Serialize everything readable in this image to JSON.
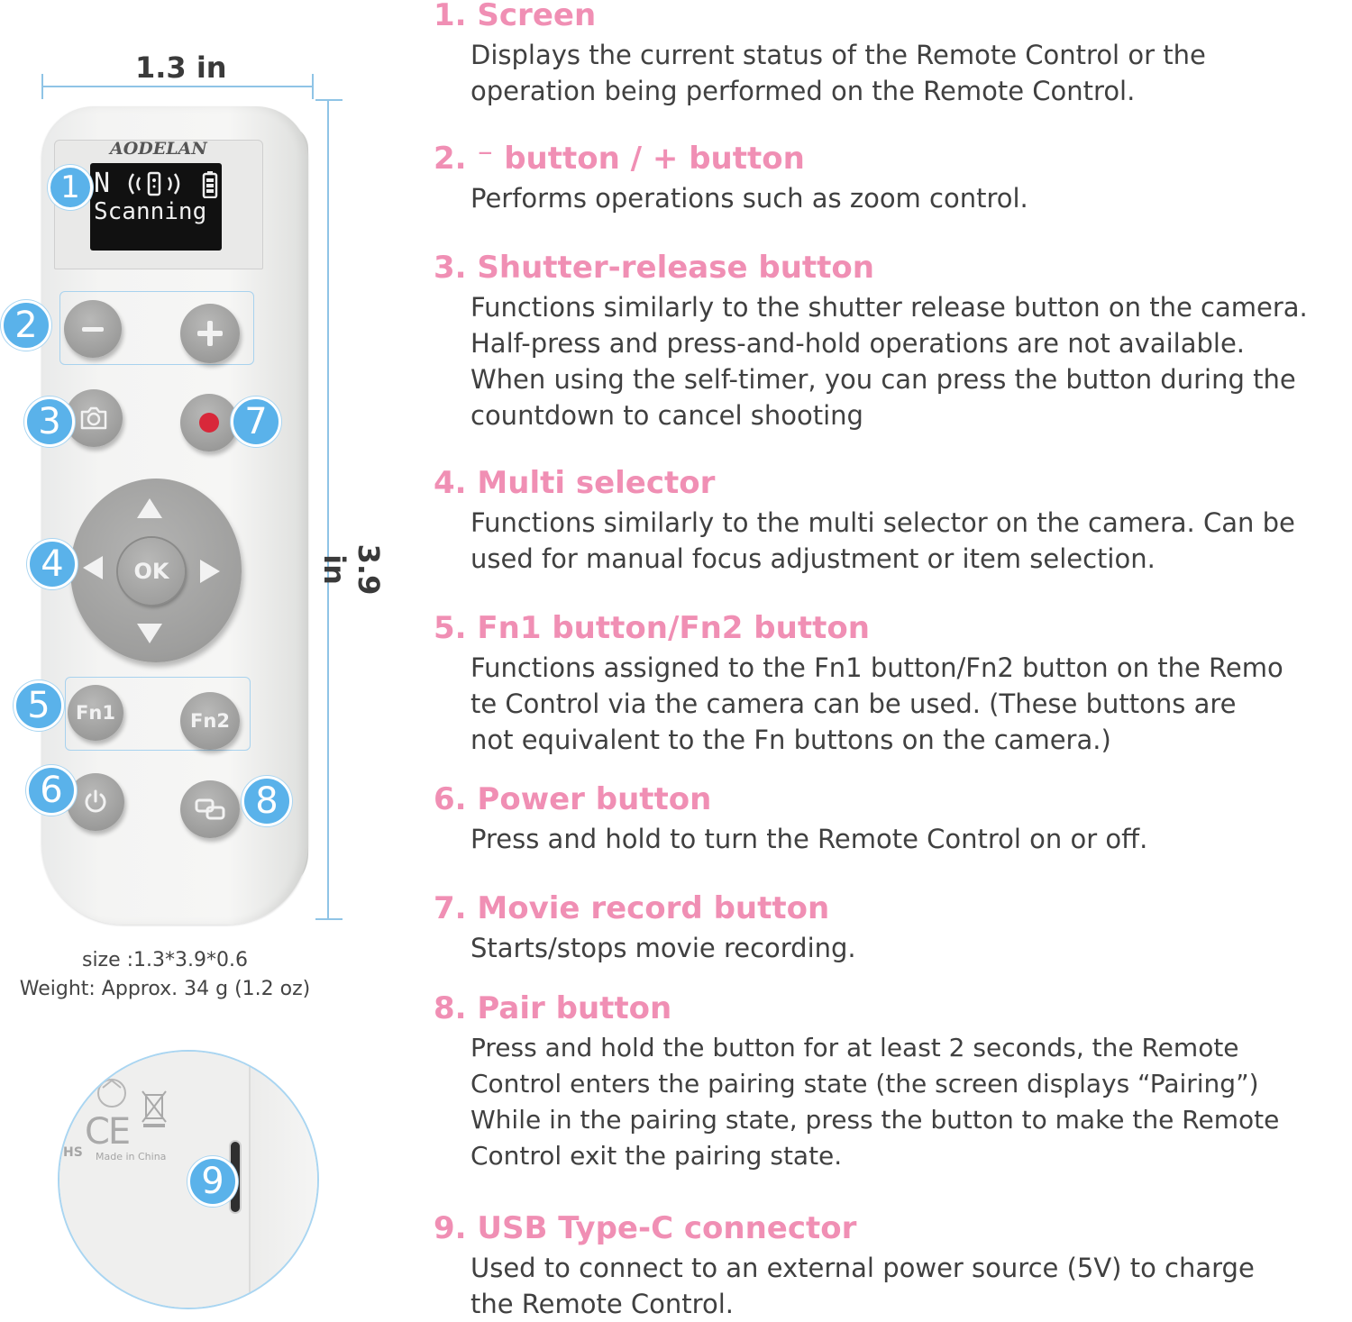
{
  "dimensions": {
    "width": "1.3 in",
    "height": "3.9 in"
  },
  "remote": {
    "brand": "AODELAN",
    "screen_top": "N",
    "screen_status": "Scanning",
    "buttons": {
      "fn1": "Fn1",
      "fn2": "Fn2",
      "ok": "OK"
    }
  },
  "callouts": [
    "1",
    "2",
    "3",
    "4",
    "5",
    "6",
    "7",
    "8",
    "9"
  ],
  "specs": {
    "size": "size :1.3*3.9*0.6",
    "weight": "Weight: Approx. 34 g (1.2 oz)"
  },
  "detail": {
    "made_in": "Made in China",
    "hs_text": "HS",
    "ce_mark": "CE"
  },
  "colors": {
    "title_pink": "#f08fb4",
    "callout_blue": "#5ab2ea",
    "button_gray": "#a2a2a1",
    "record_red": "#d8283a"
  },
  "items": [
    {
      "title": "1. Screen",
      "lines": [
        "Displays the current status of the Remote Control or the",
        "operation being performed on the Remote Control."
      ]
    },
    {
      "title": "2. ⁻  button / + button",
      "lines": [
        "Performs operations such as zoom control."
      ]
    },
    {
      "title": "3. Shutter-release button",
      "lines": [
        "Functions similarly to the shutter release button on the camera.",
        "Half-press and press-and-hold operations are not available.",
        "When using the self-timer, you can press the button during the",
        "countdown to cancel shooting"
      ]
    },
    {
      "title": "4. Multi selector",
      "lines": [
        "Functions similarly to the multi selector on the camera. Can be",
        "used for manual focus adjustment or item selection."
      ]
    },
    {
      "title": "5. Fn1 button/Fn2 button",
      "lines": [
        "Functions assigned to the Fn1 button/Fn2 button on the Remo",
        "te Control via the camera can be used. (These buttons are",
        "not equivalent to the Fn buttons on the camera.)"
      ]
    },
    {
      "title": "6. Power button",
      "lines": [
        "Press and hold to turn the Remote Control on or off."
      ]
    },
    {
      "title": "7. Movie record button",
      "lines": [
        "Starts/stops movie recording."
      ]
    },
    {
      "title": "8. Pair button",
      "lines": [
        "Press and hold the button for at least 2 seconds, the Remote",
        "Control enters the pairing state (the screen displays “Pairing”)",
        "While in the pairing state, press the button to make the Remote",
        "Control exit the pairing state."
      ]
    },
    {
      "title": "9. USB Type-C connector",
      "lines": [
        "Used to connect to an external power source (5V) to charge",
        "the Remote Control."
      ]
    }
  ]
}
